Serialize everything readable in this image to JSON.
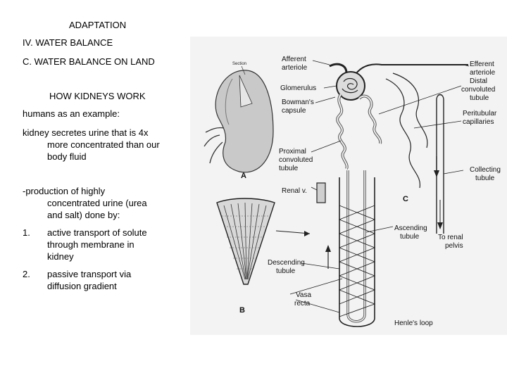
{
  "text": {
    "title": "ADAPTATION",
    "section": "IV. WATER BALANCE",
    "subsection": "C. WATER BALANCE ON LAND",
    "heading": "HOW KIDNEYS WORK",
    "example": "humans as an example:",
    "kidney_line1": "kidney secretes urine that is 4x",
    "kidney_line2": "more concentrated than our",
    "kidney_line3": "body fluid",
    "production_line1": "-production of highly",
    "production_line2": "concentrated urine (urea",
    "production_line3": "and salt) done by:",
    "item1_number": "1.",
    "item1_line1": "active transport of solute",
    "item1_line2": "through membrane in",
    "item1_line3": "kidney",
    "item2_number": "2.",
    "item2_line1": "passive transport via",
    "item2_line2": "diffusion gradient"
  },
  "figure": {
    "labels": {
      "section": "Section",
      "afferent_1": "Afferent",
      "afferent_2": "arteriole",
      "efferent_1": "Efferent",
      "efferent_2": "arteriole",
      "glomerulus": "Glomerulus",
      "distal_1": "Distal",
      "distal_2": "convoluted",
      "distal_3": "tubule",
      "bowmans_1": "Bowman's",
      "bowmans_2": "capsule",
      "peritubular_1": "Peritubular",
      "peritubular_2": "capillaries",
      "proximal_1": "Proximal",
      "proximal_2": "convoluted",
      "proximal_3": "tubule",
      "collecting_1": "Collecting",
      "collecting_2": "tubule",
      "renal_v": "Renal v.",
      "c": "C",
      "ascending_1": "Ascending",
      "ascending_2": "tubule",
      "to_renal_1": "To renal",
      "to_renal_2": "pelvis",
      "descending_1": "Descending",
      "descending_2": "tubule",
      "vasa_1": "Vasa",
      "vasa_2": "recta",
      "henle": "Henle's loop",
      "a": "A",
      "b": "B"
    }
  }
}
